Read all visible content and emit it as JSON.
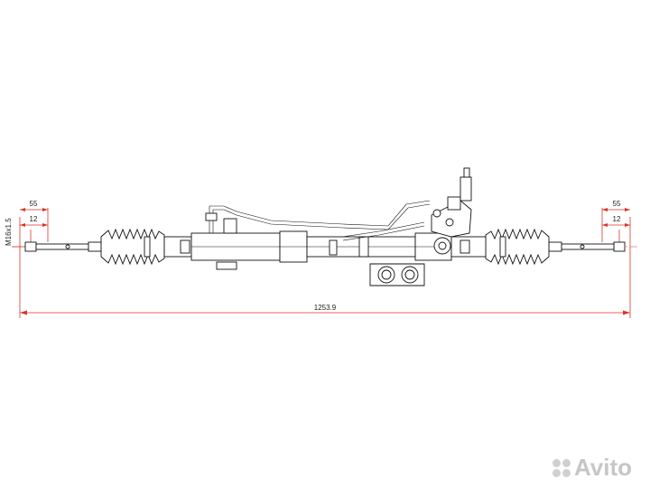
{
  "dimensions": {
    "overall_length": "1253.9",
    "left_outer": "55",
    "left_inner": "12",
    "right_outer": "55",
    "right_inner": "12",
    "thread": "M16x1.5"
  },
  "watermark": {
    "brand": "Avito"
  },
  "colors": {
    "dimension_line": "#d9342b",
    "drawing_line": "#111111",
    "watermark": "#c8c8c8"
  }
}
